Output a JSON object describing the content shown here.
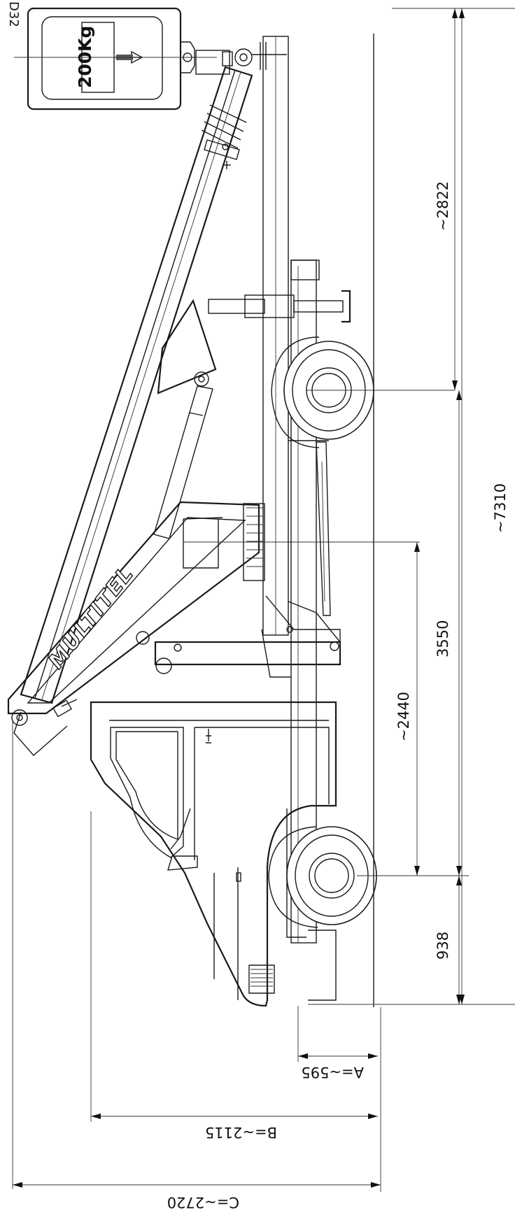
{
  "drawing": {
    "code": "D32",
    "brand": "MULTITEL",
    "load_label": "200Kg"
  },
  "dimensions": {
    "overall_length": "~7310",
    "rear_overhang": "~2822",
    "wheelbase": "3550",
    "front_overhang": "938",
    "turret_offset": "~2440",
    "a": "A=~595",
    "b": "B=~2115",
    "c": "C=~2720"
  }
}
